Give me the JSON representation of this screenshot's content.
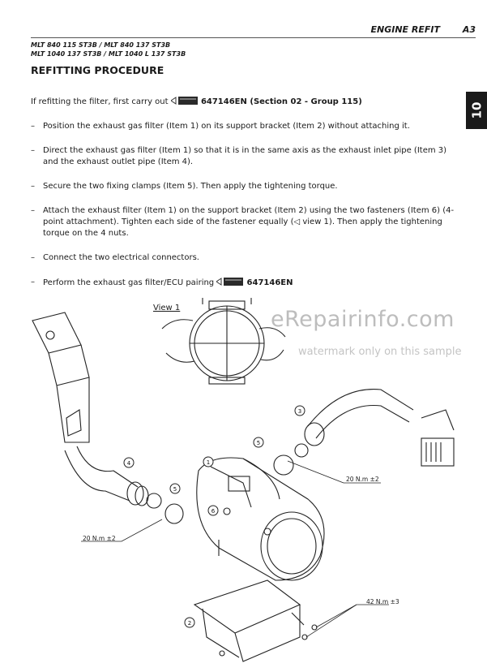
{
  "header": {
    "title": "ENGINE REFIT",
    "code": "A3",
    "models_line1": "MLT 840 115 ST3B / MLT 840 137 ST3B",
    "models_line2": "MLT 1040 137 ST3B / MLT 1040 L 137 ST3B"
  },
  "section_tab": "10",
  "section_title": "REFITTING PROCEDURE",
  "intro": {
    "text": "If refitting the filter, first carry out",
    "ref": "647146EN (Section 02 - Group 115)"
  },
  "steps": [
    "Position the exhaust gas filter (Item 1) on its support bracket (Item 2) without attaching it.",
    "Direct the exhaust gas filter (Item 1) so that it is in the same axis as the exhaust inlet pipe (Item 3) and the exhaust outlet pipe (Item 4).",
    "Secure the two fixing clamps (Item 5). Then apply the tightening torque.",
    "Attach the exhaust filter (Item 1) on the support bracket (Item 2) using the two fasteners (Item 6) (4-point attachment). Tighten each side of the fastener equally (◁ view 1). Then apply the tightening torque on the 4 nuts.",
    "Connect the two electrical connectors."
  ],
  "last_step": {
    "text": "Perform the exhaust gas filter/ECU pairing",
    "ref": "647146EN"
  },
  "dash": "–",
  "figure": {
    "view_label": "View 1",
    "torque_1": "20 N.m ±2",
    "torque_2": "20 N.m ±2",
    "torque_3": "42 N.m ±3",
    "callouts": [
      "1",
      "2",
      "3",
      "4",
      "5",
      "5",
      "6"
    ]
  },
  "watermark": {
    "site": "eRepairinfo.com",
    "note": "watermark only on this sample"
  }
}
